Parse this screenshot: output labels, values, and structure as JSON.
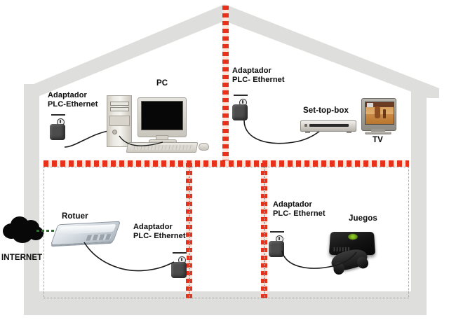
{
  "diagram": {
    "title": "PLC Home Network Diagram",
    "accent_color": "#e8311a",
    "wall_color": "#dededc"
  },
  "labels": {
    "adapter_pc": "Adaptador\nPLC-Ethernet",
    "adapter_stb": "Adaptador\nPLC- Ethernet",
    "adapter_router": "Adaptador\nPLC- Ethernet",
    "adapter_games": "Adaptador\nPLC- Ethernet",
    "pc": "PC",
    "set_top_box": "Set-top-box",
    "tv": "TV",
    "router": "Rotuer",
    "internet": "INTERNET",
    "games": "Juegos"
  },
  "devices": [
    {
      "name": "plc-adapter-pc",
      "label": "Adaptador PLC-Ethernet",
      "room": "attic-left"
    },
    {
      "name": "personal-computer",
      "label": "PC",
      "room": "attic-left"
    },
    {
      "name": "plc-adapter-set-top-box",
      "label": "Adaptador PLC- Ethernet",
      "room": "attic-right"
    },
    {
      "name": "set-top-box",
      "label": "Set-top-box",
      "room": "attic-right"
    },
    {
      "name": "television",
      "label": "TV",
      "room": "attic-right"
    },
    {
      "name": "router",
      "label": "Rotuer",
      "room": "ground-left"
    },
    {
      "name": "plc-adapter-router",
      "label": "Adaptador PLC- Ethernet",
      "room": "ground-left"
    },
    {
      "name": "plc-adapter-games",
      "label": "Adaptador PLC- Ethernet",
      "room": "ground-right"
    },
    {
      "name": "game-console",
      "label": "Juegos",
      "room": "ground-right"
    },
    {
      "name": "internet-cloud",
      "label": "INTERNET",
      "room": "outside"
    }
  ]
}
